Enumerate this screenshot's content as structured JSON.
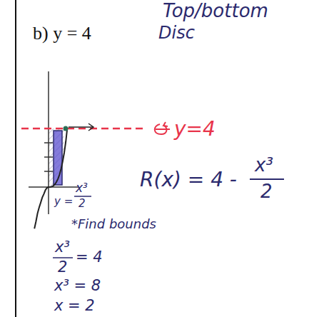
{
  "diagram": {
    "labels": [
      "Top/bottom",
      "b) y = 4",
      "Disc",
      "y=4",
      "R(x) = 4 -",
      "x³",
      "2",
      "y =",
      "x³",
      "2",
      "*Find bounds",
      "x³",
      "2",
      "= 4",
      "x³ = 8",
      "x = 2"
    ]
  }
}
